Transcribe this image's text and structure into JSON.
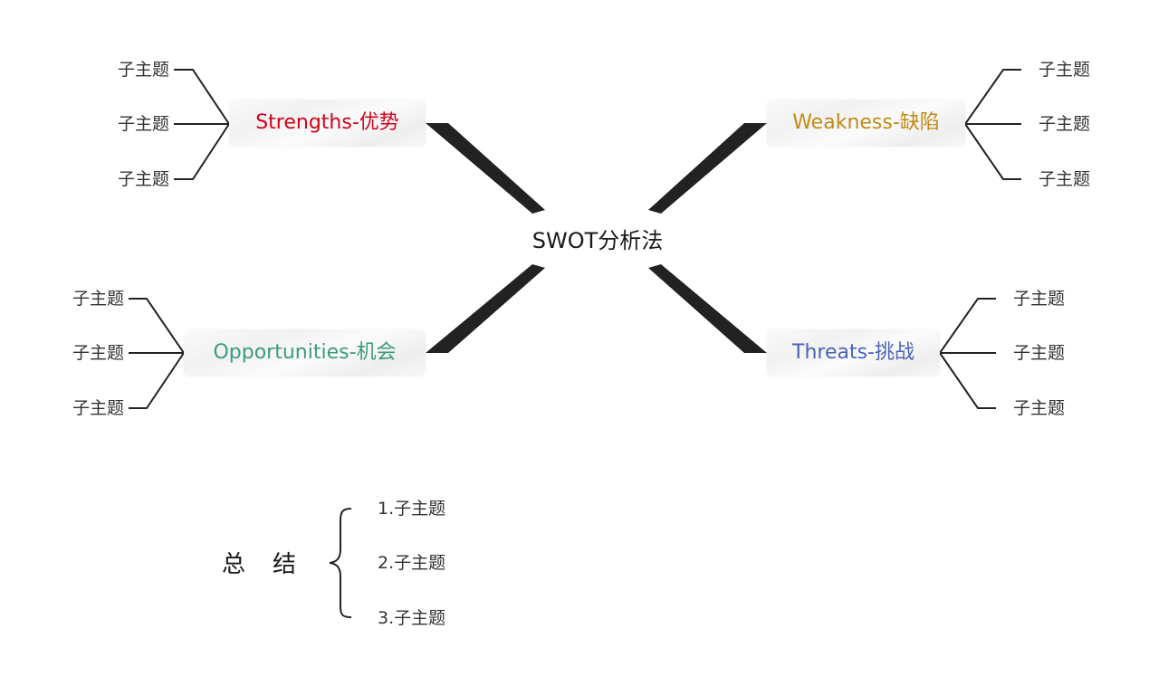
{
  "center": {
    "label": "SWOT分析法"
  },
  "branches": [
    {
      "label": "Strengths-优势",
      "color": "#d0021b",
      "subtopics": [
        "子主题",
        "子主题",
        "子主题"
      ]
    },
    {
      "label": "Weakness-缺陷",
      "color": "#c08a18",
      "subtopics": [
        "子主题",
        "子主题",
        "子主题"
      ]
    },
    {
      "label": "Opportunities-机会",
      "color": "#3a9b80",
      "subtopics": [
        "子主题",
        "子主题",
        "子主题"
      ]
    },
    {
      "label": "Threats-挑战",
      "color": "#4a63b8",
      "subtopics": [
        "子主题",
        "子主题",
        "子主题"
      ]
    }
  ],
  "summary": {
    "title": "总结",
    "items": [
      "1.子主题",
      "2.子主题",
      "3.子主题"
    ]
  }
}
